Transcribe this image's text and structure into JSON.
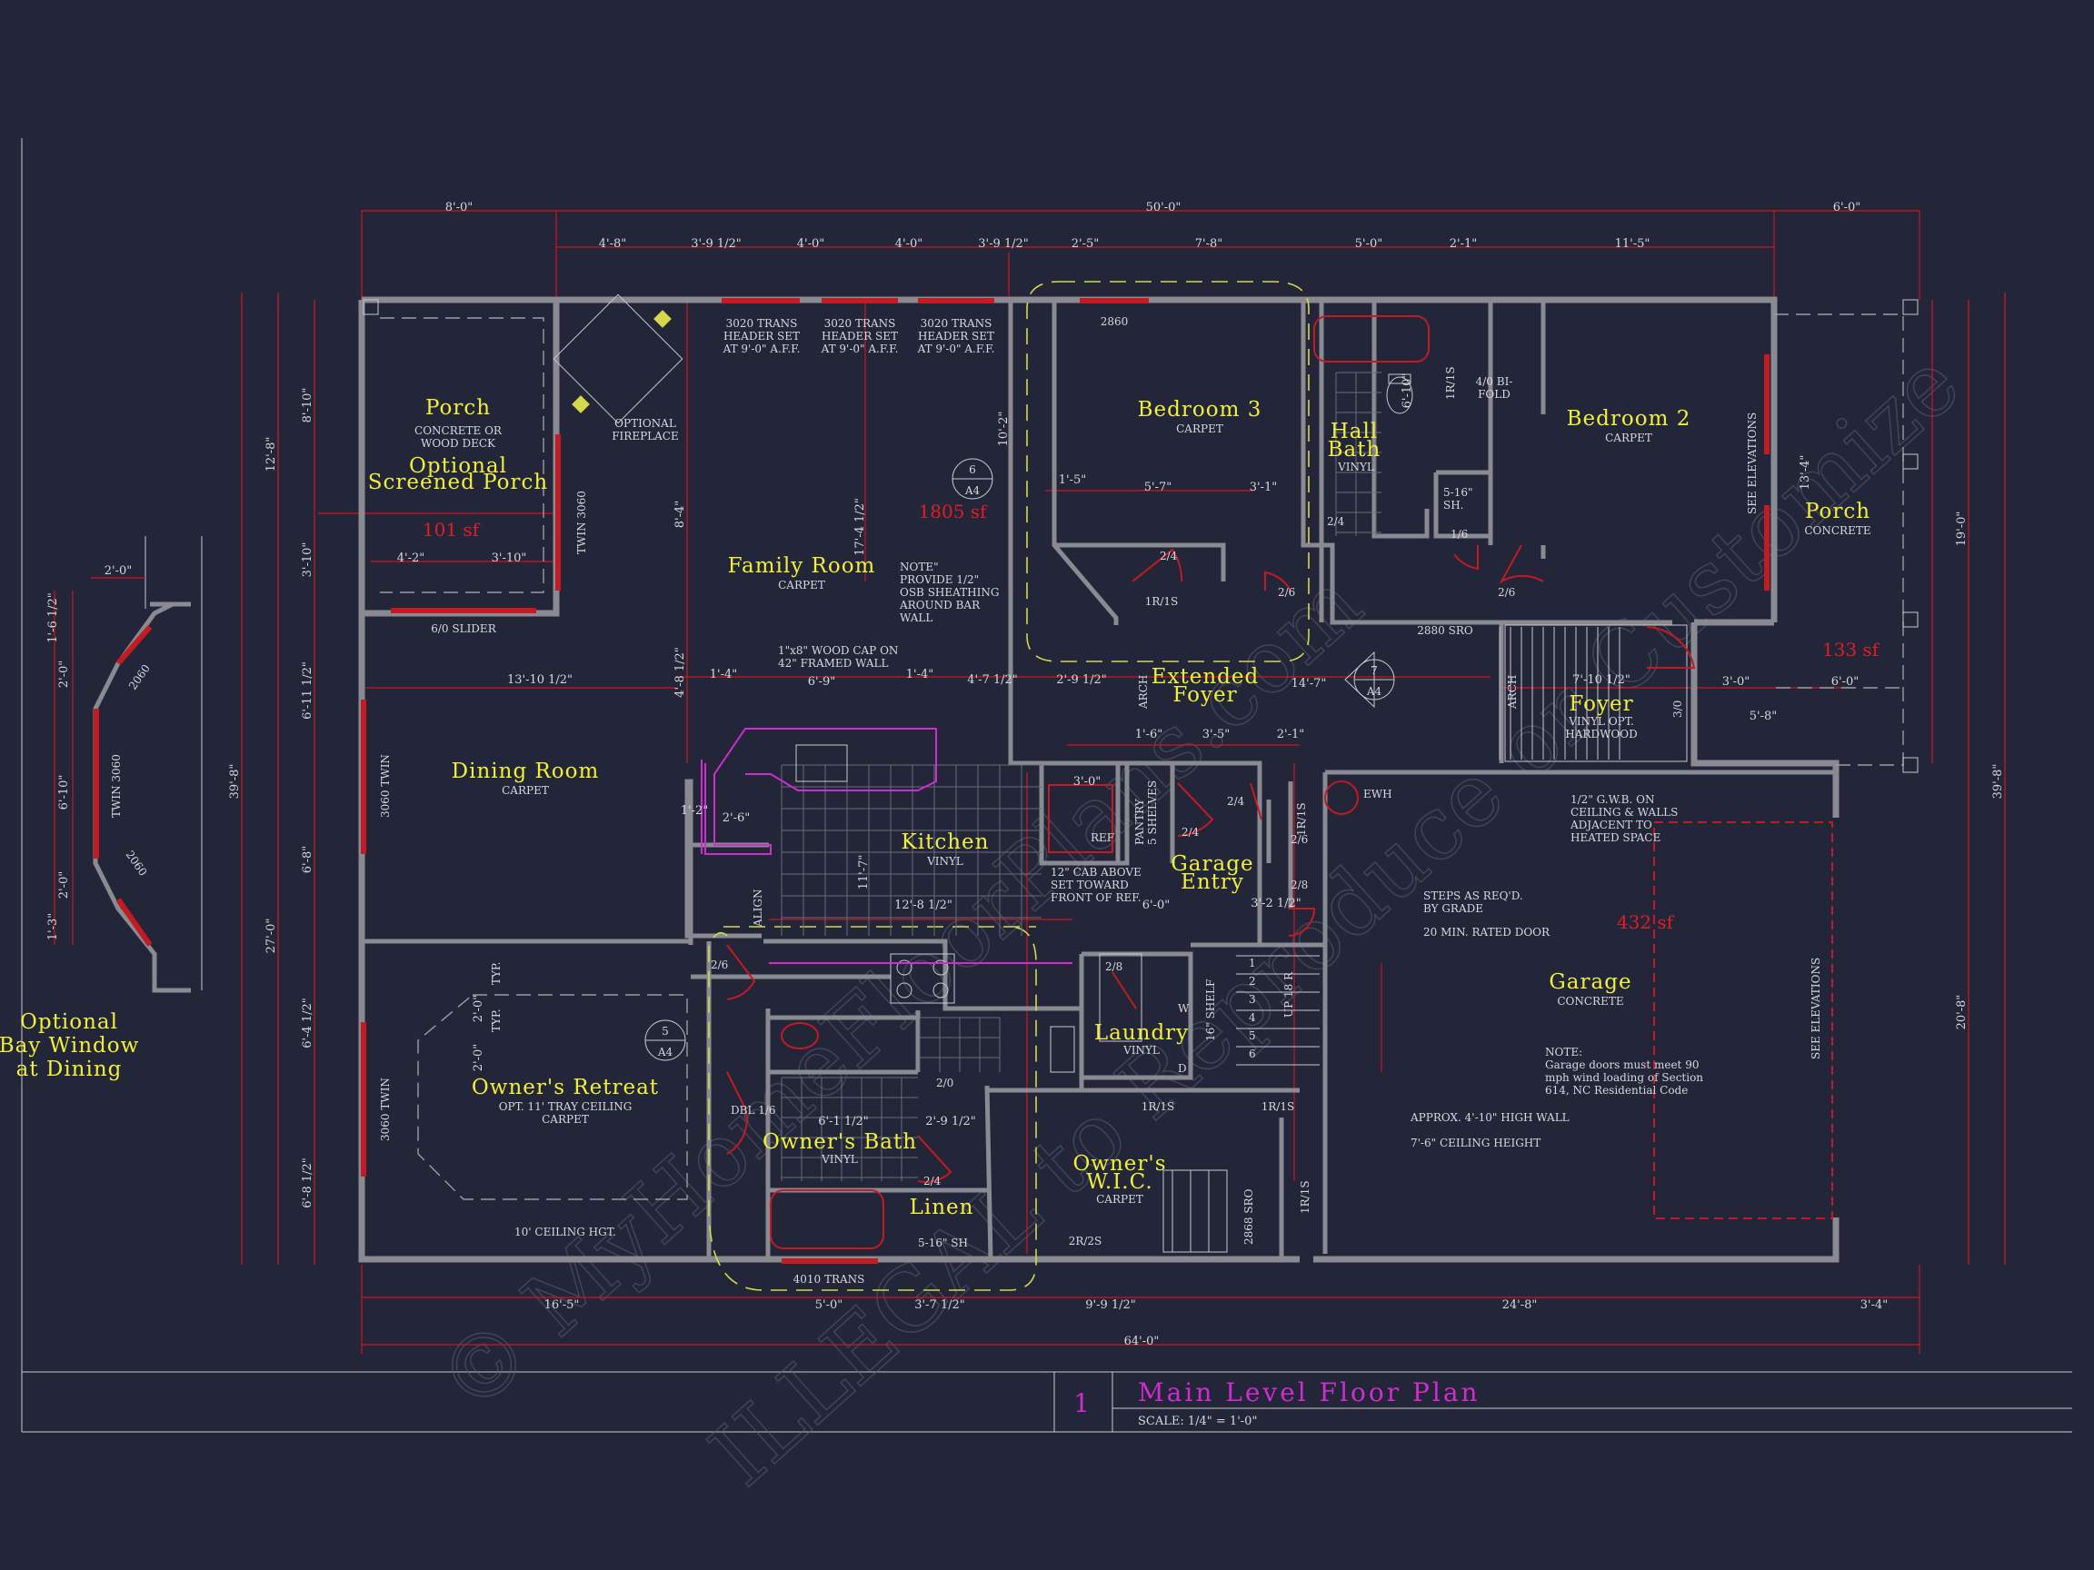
{
  "title_block": {
    "number": "1",
    "title": "Main Level Floor Plan",
    "scale": "SCALE: 1/4\" = 1'-0\""
  },
  "rooms": {
    "porch_left": {
      "name": "Porch",
      "sub": "CONCRETE OR",
      "sub2": "WOOD DECK",
      "alt1": "Optional",
      "alt2": "Screened Porch",
      "area": "101  sf"
    },
    "family": {
      "name": "Family Room",
      "sub": "CARPET",
      "area": "1805  sf"
    },
    "bedroom3": {
      "name": "Bedroom  3",
      "sub": "CARPET"
    },
    "hall_bath": {
      "name1": "Hall",
      "name2": "Bath",
      "sub": "VINYL"
    },
    "bedroom2": {
      "name": "Bedroom  2",
      "sub": "CARPET"
    },
    "porch_right": {
      "name": "Porch",
      "sub": "CONCRETE",
      "area": "133  sf"
    },
    "extended_foyer": {
      "name1": "Extended",
      "name2": "Foyer"
    },
    "foyer": {
      "name": "Foyer",
      "sub1": "VINYL OPT.",
      "sub2": "HARDWOOD"
    },
    "dining": {
      "name": "Dining Room",
      "sub": "CARPET"
    },
    "kitchen": {
      "name": "Kitchen",
      "sub": "VINYL"
    },
    "garage_entry": {
      "name1": "Garage",
      "name2": "Entry"
    },
    "garage": {
      "name": "Garage",
      "sub": "CONCRETE",
      "area": "432  sf"
    },
    "owners_retreat": {
      "name": "Owner's Retreat",
      "sub1": "OPT. 11' TRAY CEILING",
      "sub2": "CARPET"
    },
    "owners_bath": {
      "name": "Owner's Bath",
      "sub": "VINYL"
    },
    "laundry": {
      "name": "Laundry",
      "sub": "VINYL"
    },
    "owners_wic": {
      "name1": "Owner's",
      "name2": "W.I.C.",
      "sub": "CARPET"
    },
    "linen": {
      "name": "Linen"
    }
  },
  "bay_window": {
    "line1": "Optional",
    "line2": "Bay Window",
    "line3": "at Dining"
  },
  "notes": {
    "trans1": [
      "3020 TRANS",
      "HEADER SET",
      "AT 9'-0\" A.F.F."
    ],
    "trans2": [
      "3020 TRANS",
      "HEADER SET",
      "AT 9'-0\" A.F.F."
    ],
    "trans3": [
      "3020 TRANS",
      "HEADER SET",
      "AT 9'-0\" A.F.F."
    ],
    "fireplace": [
      "OPTIONAL",
      "FIREPLACE"
    ],
    "osb": [
      "NOTE\"",
      "PROVIDE 1/2\"",
      "OSB SHEATHING",
      "AROUND BAR",
      "WALL"
    ],
    "woodcap": [
      "1\"x8\" WOOD CAP ON",
      "42\" FRAMED WALL"
    ],
    "cab": [
      "12\" CAB ABOVE",
      "SET TOWARD",
      "FRONT OF REF."
    ],
    "gwb": [
      "1/2\" G.W.B. ON",
      "CEILING & WALLS",
      "ADJACENT TO",
      "HEATED SPACE"
    ],
    "steps": [
      "STEPS AS REQ'D.",
      "BY GRADE"
    ],
    "door20": "20 MIN. RATED DOOR",
    "garage_note": [
      "NOTE:",
      "Garage doors must meet 90",
      "mph wind loading of Section",
      "614, NC Residential Code"
    ],
    "highwall": "APPROX. 4'-10\" HIGH WALL",
    "ceiling76": "7'-6\" CEILING HEIGHT",
    "ceiling10": "10' CEILING HGT.",
    "slider": "6/0 SLIDER",
    "twin3060_porch": "TWIN 3060",
    "twin3060_dining": "3060 TWIN",
    "twin3060_retreat": "3060 TWIN",
    "see_elev1": "SEE ELEVATIONS",
    "see_elev2": "SEE ELEVATIONS",
    "trans4010": "4010 TRANS",
    "w2860": "2860",
    "sro2880": "2880 SRO",
    "sro2868": "2868 SRO",
    "bifold": [
      "4/0 BI-",
      "FOLD"
    ],
    "sh": [
      "5-16\"",
      "SH."
    ],
    "sh2": "5-16\" SH",
    "ewh": "EWH",
    "pantry": [
      "PANTRY",
      "5 SHELVES"
    ],
    "ref": "REF",
    "align": "ALIGN",
    "dbl": "DBL 1/6",
    "arch1": "ARCH",
    "arch2": "ARCH",
    "shelf": "16\" SHELF",
    "w": "W",
    "d": "D",
    "up18r": "UP 18 R",
    "typ": "TYP.",
    "stairs": [
      "1",
      "2",
      "3",
      "4",
      "5",
      "6"
    ]
  },
  "doors": [
    "2/4",
    "2/6",
    "2/4",
    "1/6",
    "2/6",
    "3/0",
    "2/4",
    "2/4",
    "2/8",
    "2/6",
    "2/8",
    "2/0",
    "2/6",
    "2/4"
  ],
  "shelves": [
    "1R/1S",
    "1R/1S",
    "1R/1S",
    "1R/1S",
    "1R/1S",
    "1R/1S",
    "2R/2S"
  ],
  "sections": [
    {
      "num": "6",
      "sheet": "A4"
    },
    {
      "num": "7",
      "sheet": "A4"
    },
    {
      "num": "5",
      "sheet": "A4"
    }
  ],
  "dims": {
    "top_overall": [
      "8'-0\"",
      "50'-0\"",
      "6'-0\""
    ],
    "top_row2": [
      "4'-8\"",
      "3'-9 1/2\"",
      "4'-0\"",
      "4'-0\"",
      "3'-9 1/2\"",
      "2'-5\"",
      "7'-8\"",
      "5'-0\"",
      "2'-1\"",
      "11'-5\""
    ],
    "bottom_row1": [
      "16'-5\"",
      "5'-0\"",
      "3'-7 1/2\"",
      "9'-9 1/2\"",
      "24'-8\"",
      "3'-4\""
    ],
    "bottom_overall": "64'-0\"",
    "left_outer": "39'-8\"",
    "left_mid": [
      "12'-8\"",
      "27'-0\""
    ],
    "left_inner": [
      "8'-10\"",
      "3'-10\"",
      "6'-11 1/2\"",
      "6'-8\"",
      "6'-4 1/2\"",
      "6'-8 1/2\""
    ],
    "right_outer": "39'-8\"",
    "right_mid": [
      "19'-0\"",
      "20'-8\""
    ],
    "interior": [
      "13'-10 1/2\"",
      "1'-4\"",
      "6'-9\"",
      "1'-4\"",
      "4'-7 1/2\"",
      "2'-9 1/2\"",
      "14'-7\"",
      "3'-0\"",
      "6'-0\"",
      "7'-10 1/2\"",
      "5'-8\"",
      "12'-8 1/2\"",
      "6'-0\"",
      "3'-2 1/2\"",
      "6'-1 1/2\"",
      "2'-9 1/2\"",
      "5'-7\"",
      "3'-1\"",
      "1'-5\"",
      "4'-2\"",
      "3'-10\"",
      "2'-6\"",
      "3'-0\"",
      "1'-2\"",
      "1'-6\"",
      "3'-5\"",
      "2'-1\"",
      "10'-2\"",
      "17'-4 1/2\"",
      "8'-4\"",
      "4'-8 1/2\"",
      "11'-7\"",
      "6'-10\"",
      "13'-4\"",
      "2'-0\"",
      "2'-0\""
    ],
    "bay": [
      "2'-0\"",
      "1'-6 1/2\"",
      "2'-0\"",
      "6'-10\"",
      "2'-0\"",
      "1'-3\""
    ],
    "bay_windows": [
      "2060",
      "TWIN 3060",
      "2060"
    ]
  }
}
